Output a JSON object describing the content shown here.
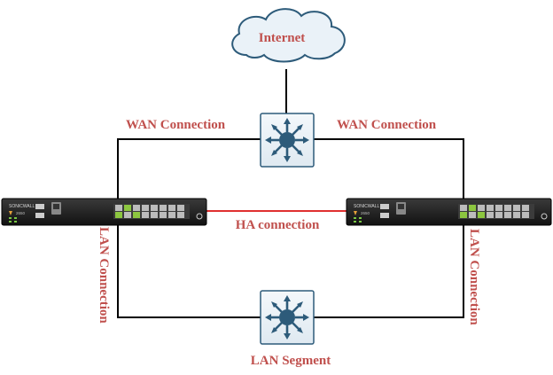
{
  "labels": {
    "internet": "Internet",
    "wan_left": "WAN Connection",
    "wan_right": "WAN Connection",
    "ha": "HA connection",
    "lan_left": "LAN Connection",
    "lan_right": "LAN Connection",
    "lan_segment": "LAN Segment"
  },
  "firewall": {
    "brand": "SONICWALL",
    "model": "2650"
  },
  "colors": {
    "label": "#c0504d",
    "ha_line": "#e03030",
    "link_line": "#000000",
    "switch_fill": "#2d5b7a",
    "cloud_fill": "#eaf2f8",
    "cloud_stroke": "#2d5b7a"
  },
  "icons": {
    "cloud": "cloud-icon",
    "core_switch": "network-switch-icon",
    "lan_switch": "network-switch-icon",
    "firewall": "firewall-appliance-icon"
  }
}
